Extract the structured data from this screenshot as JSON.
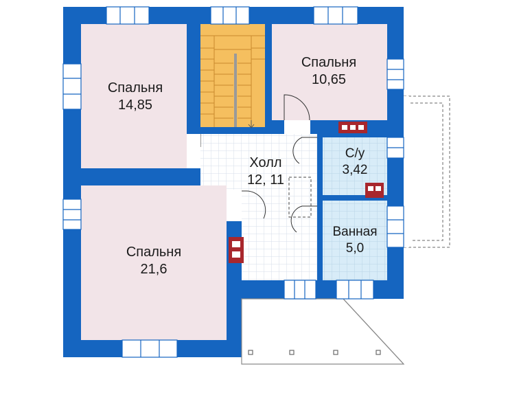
{
  "rooms": [
    {
      "name": "Спальня",
      "area": "14,85"
    },
    {
      "name": "Спальня",
      "area": "10,65"
    },
    {
      "name": "Холл",
      "area": "12, 11"
    },
    {
      "name": "С/у",
      "area": "3,42"
    },
    {
      "name": "Ванная",
      "area": "5,0"
    },
    {
      "name": "Спальня",
      "area": "21,6"
    }
  ],
  "colors": {
    "wall": "#1565c0",
    "bedroom_floor": "#f2e4e8",
    "hall_floor": "#ffffff",
    "tile_grid": "#d6dde8",
    "wet_room_floor": "#d8ecf8",
    "stair_fill": "#f5bf5f",
    "chimney": "#a8272d",
    "window_frame": "#ffffff"
  }
}
